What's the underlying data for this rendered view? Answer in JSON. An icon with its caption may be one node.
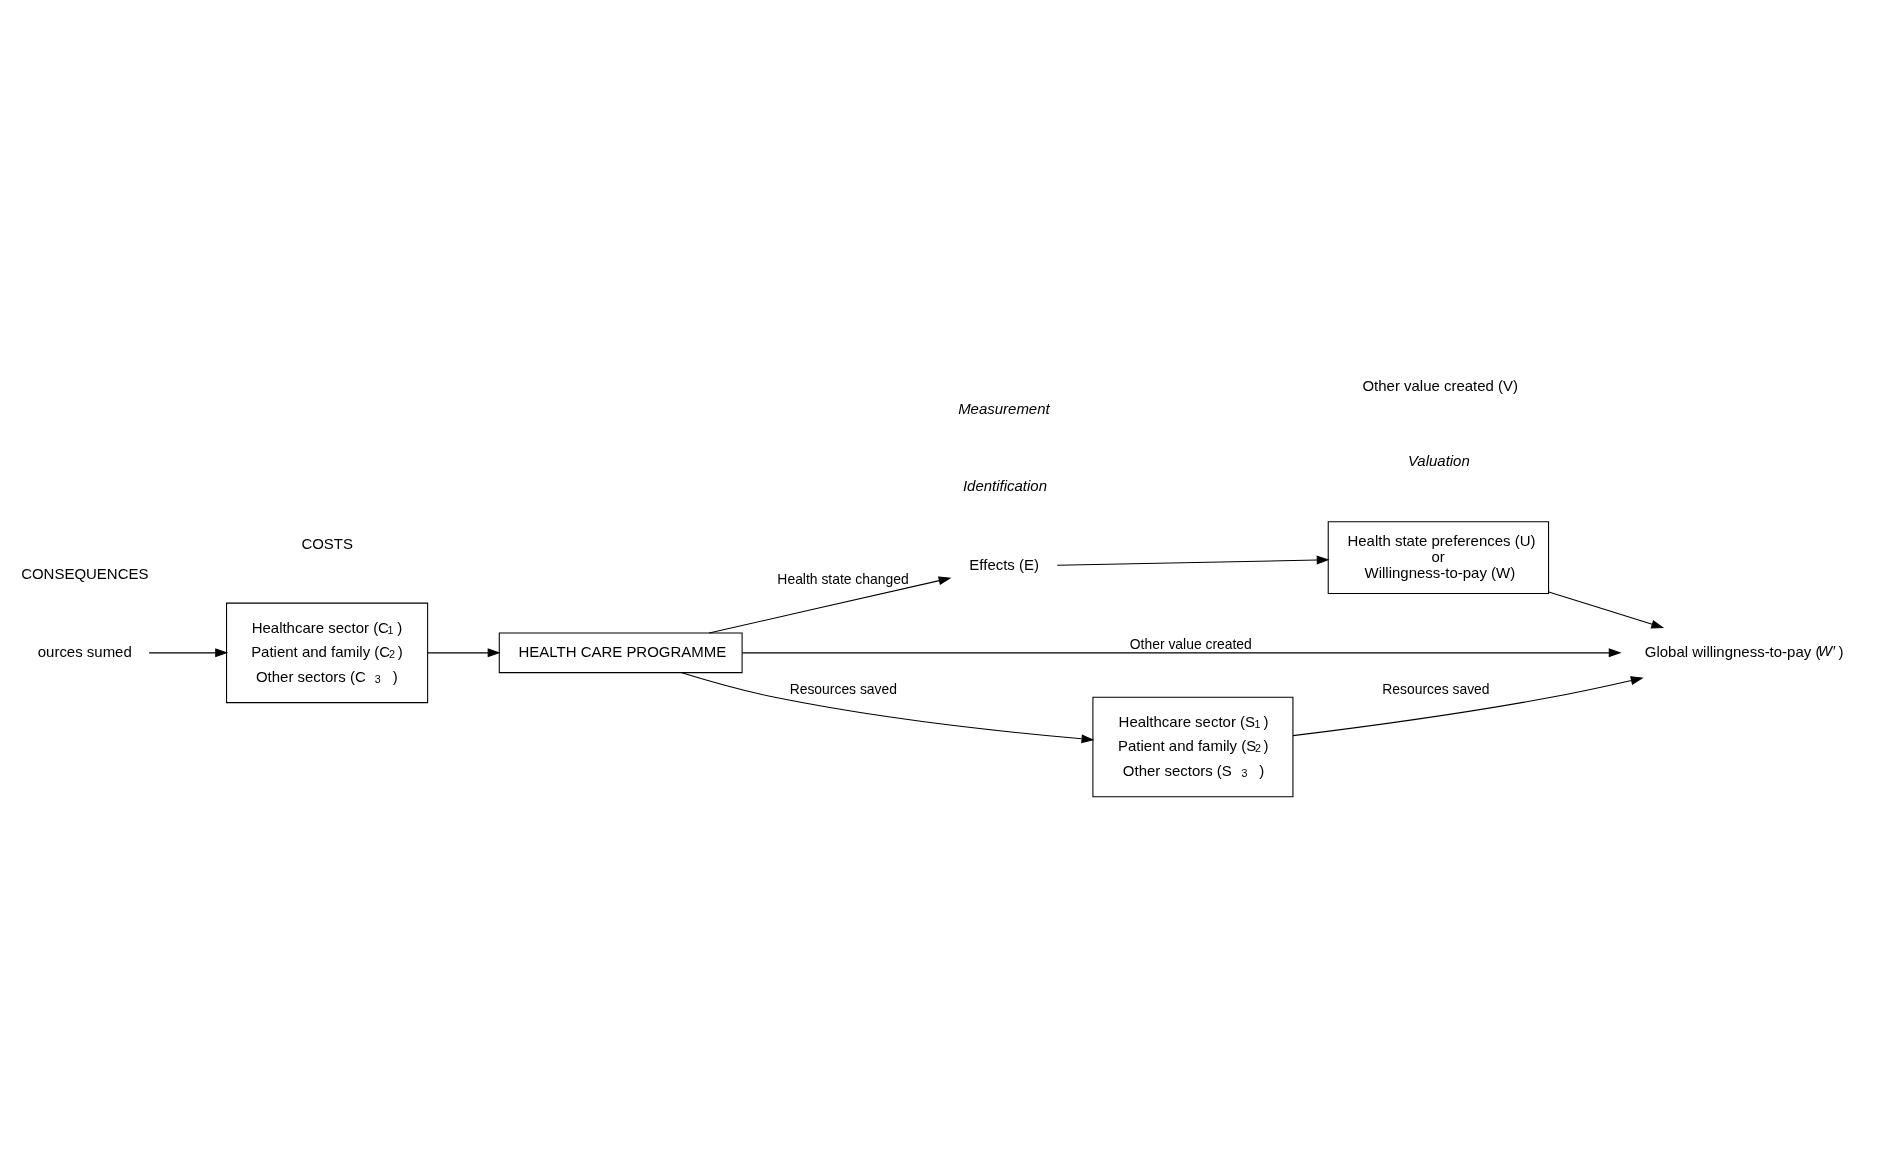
{
  "diagram": {
    "nodes": [
      {
        "text": [
          "ources sumed"
        ]
      },
      {
        "text": [
          "Healthcare sector (C$_{1}$)",
          "Patient and family (C$_{2}$)",
          "Other sectors (C$_{3}$)"
        ]
      },
      {
        "text": [
          "HEALTH CARE PROGRAMME"
        ]
      },
      {
        "text": [
          "Effects (E)"
        ]
      },
      {
        "text": [
          "Health state preferences (U)",
          "or",
          "Willingness-to-pay (W)"
        ]
      },
      {
        "text": [
          "Global willingness-to-pay (*W′*)"
        ]
      },
      {
        "text": [
          "Healthcare sector (S$_{1}$)",
          "Patient and family (S$_{2}$)",
          "Other sectors (S$_{3}$)"
        ]
      }
    ],
    "edges": [
      {
        "from": 0,
        "to": 1,
        "arrow": "to"
      },
      {
        "from": 1,
        "to": 2,
        "arrow": "to"
      },
      {
        "from": 2,
        "to": 3,
        "arrow": "to",
        "label": "Health state changed"
      },
      {
        "from": 3,
        "to": 4,
        "arrow": "to"
      },
      {
        "from": 4,
        "to": 5,
        "arrow": "to"
      },
      {
        "from": 2,
        "to": 5,
        "arrow": "to",
        "label": "Other value created"
      },
      {
        "from": 2,
        "to": 6,
        "arrow": "to",
        "label": "Resources saved"
      },
      {
        "from": 6,
        "to": 5,
        "arrow": "to",
        "label": "Resources saved"
      }
    ],
    "labels": [
      "COSTS",
      "CONSEQUENCES",
      "Identification",
      "Measurement",
      "Valuation",
      "Other value created (V)"
    ]
  }
}
